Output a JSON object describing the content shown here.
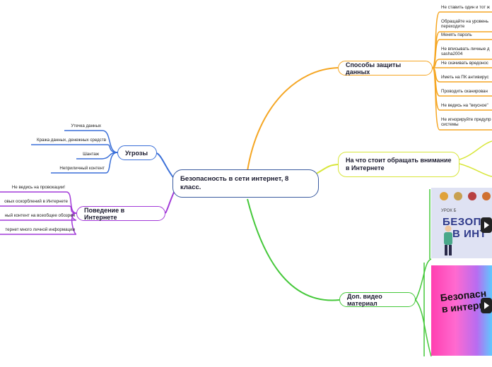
{
  "colors": {
    "root": "#3a5ba0",
    "protection": "#f5a623",
    "attention": "#d8e63a",
    "video": "#45c83a",
    "threats": "#3a6fd8",
    "behavior": "#a23ad8"
  },
  "root": {
    "label": "Безопасность в сети интернет, 8 класс."
  },
  "protection": {
    "label": "Способы защиты данных",
    "items": [
      "Не ставить один и тот ж",
      "Обращайте на уровень",
      "Менять пароль",
      "Не вписывать личные д",
      "Не скачивать вредонос",
      "Иметь на ПК антивирус",
      "Проводить сканирован",
      "Не ведись на \"вкусное\"",
      "Не игнорируйте предупр"
    ],
    "items_second_line": {
      "1": "переходите",
      "3": "sasha2004",
      "8": "системы"
    }
  },
  "attention": {
    "label": "На что стоит обращать внимание в Интернете"
  },
  "video": {
    "label": "Доп. видео материал",
    "thumb1": {
      "title_line1": "БЕЗОП",
      "title_line2": "В ИНТ",
      "caption": "УРОК Б",
      "play_icon": "play-icon"
    },
    "thumb2": {
      "title_line1": "Безопасн",
      "title_line2": "в интерн",
      "play_icon": "play-icon"
    }
  },
  "threats": {
    "label": "Угрозы",
    "items": [
      "Утечка данных",
      "Кража данных, денежных средств",
      "Шантаж",
      "Неприличный контент"
    ]
  },
  "behavior": {
    "label": "Поведение в Интернете",
    "items": [
      "Не ведись на провокации!",
      "овых оскорблений в Интернете",
      "ный контент на всеобщее обозрен",
      "тернет много личной информации"
    ]
  }
}
